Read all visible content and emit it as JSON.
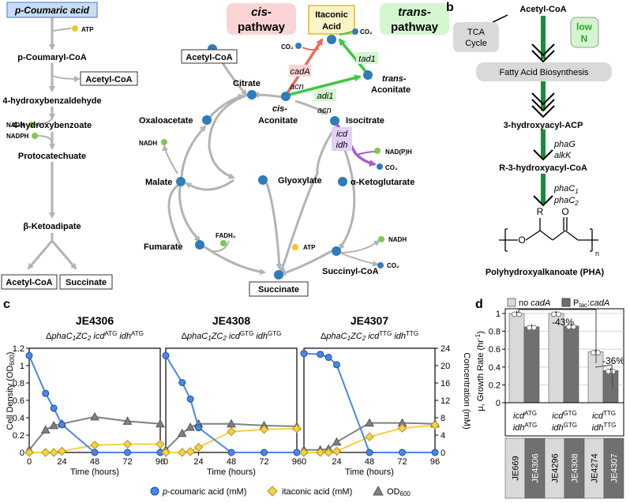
{
  "panel_a": {
    "letter": "a",
    "left": {
      "start": "p-Coumaric acid",
      "atp": "ATP",
      "coumaryl": "p-Coumaryl-CoA",
      "acetyl_box": "Acetyl-CoA",
      "hba": "4-hydroxybenzaldehyde",
      "nadh": "NADH",
      "hbz": "4-hydroxybenzoate",
      "nadph": "NADPH",
      "proto": "Protocatechuate",
      "keto": "β-Ketoadipate",
      "bottom_acetyl": "Acetyl-CoA",
      "bottom_succ": "Succinate"
    },
    "cycle": {
      "cis_top": "cis-",
      "cis_bot": "pathway",
      "trans_top": "trans-",
      "trans_bot": "pathway",
      "itaconic_l1": "Itaconic",
      "itaconic_l2": "Acid",
      "co2": "CO₂",
      "cadA": "cadA",
      "tad1": "tad1",
      "adi1": "adi1",
      "acn": "acn",
      "trans_aconitate_1": "trans-",
      "trans_aconitate_2": "Aconitate",
      "cis_aconitate_1": "cis-",
      "cis_aconitate_2": "Aconitate",
      "acetylcoa": "Acetyl-CoA",
      "citrate": "Citrate",
      "isocitrate": "Isocitrate",
      "icd": "icd",
      "idh": "idh",
      "nadph": "NAD(P)H",
      "oxaloacetate": "Oxaloacetate",
      "nadh": "NADH",
      "malate": "Malate",
      "glyoxylate": "Glyoxylate",
      "akg": "α-Ketoglutarate",
      "fadh2": "FADH₂",
      "fumarate": "Fumarate",
      "atp": "ATP",
      "succinylcoa": "Succinyl-CoA",
      "succinate": "Succinate"
    }
  },
  "panel_b": {
    "letter": "b",
    "acetyl": "Acetyl-CoA",
    "tca_l1": "TCA",
    "tca_l2": "Cycle",
    "low": "low",
    "n": "N",
    "fab": "Fatty Acid Biosynthesis",
    "hacp": "3-hydroxyacyl-ACP",
    "phaG": "phaG",
    "alkK": "alkK",
    "r3": "R-3-hydroxyacyl-CoA",
    "phaC1": "phaC",
    "phaC1_sub": "1",
    "phaC2": "phaC",
    "phaC2_sub": "2",
    "R": "R",
    "O": "O",
    "n_sub": "n",
    "pha": "Polyhydroxyalkanoate (PHA)"
  },
  "panel_c": {
    "letter": "c",
    "ylabel_left": "Cell Density (OD600)",
    "ylabel_right": "Concentration (mM)",
    "xlabel": "Time (hours)",
    "legend": {
      "coumaric": "p-coumaric acid (mM)",
      "itaconic": "itaconic acid (mM)",
      "od": "OD600"
    },
    "charts": [
      {
        "title": "JE4306",
        "genotype": "ΔphaC1ZC2 icdATG idhATG"
      },
      {
        "title": "JE4308",
        "genotype": "ΔphaC1ZC2 icdGTG idhGTG"
      },
      {
        "title": "JE4307",
        "genotype": "ΔphaC1ZC2 icdTTG idhTTG"
      }
    ]
  },
  "panel_d": {
    "letter": "d",
    "legend_no": "no cadA",
    "legend_ptac": "Ptac:cadA",
    "ylabel": "μ, Growth Rate (hr-1)",
    "pct1": "-43%",
    "pct2": "-36%",
    "genotypes": [
      "icdATG idhATG",
      "icdGTG idhGTG",
      "icdTTG idhTTG"
    ],
    "strains": [
      "JE669",
      "JE4306",
      "JE4296",
      "JE4308",
      "JE4274",
      "JE4307"
    ]
  },
  "chart_data": [
    {
      "type": "line",
      "title": "JE4306",
      "xlabel": "Time (hours)",
      "ylabel": "Cell Density (OD600)",
      "ylabel_right": "Concentration (mM)",
      "xlim": [
        0,
        96
      ],
      "ylim": [
        0,
        1.2
      ],
      "ylim_right": [
        0,
        24
      ],
      "series": [
        {
          "name": "p-coumaric acid (mM)",
          "axis": "right",
          "x": [
            0,
            12,
            18,
            24,
            48,
            72,
            96
          ],
          "y": [
            22.3,
            13.6,
            10.2,
            6.4,
            0,
            0,
            0
          ]
        },
        {
          "name": "itaconic acid (mM)",
          "axis": "right",
          "x": [
            0,
            12,
            18,
            24,
            48,
            72,
            96
          ],
          "y": [
            0,
            0,
            0,
            0.3,
            1.7,
            1.9,
            1.9
          ]
        },
        {
          "name": "OD600",
          "axis": "left",
          "x": [
            0,
            12,
            18,
            24,
            48,
            72,
            96
          ],
          "y": [
            0.03,
            0.26,
            0.31,
            0.33,
            0.41,
            0.36,
            0.33
          ]
        }
      ]
    },
    {
      "type": "line",
      "title": "JE4308",
      "xlabel": "Time (hours)",
      "xlim": [
        0,
        96
      ],
      "ylim": [
        0,
        1.2
      ],
      "ylim_right": [
        0,
        24
      ],
      "series": [
        {
          "name": "p-coumaric acid (mM)",
          "axis": "right",
          "x": [
            0,
            12,
            18,
            24,
            48,
            72,
            96
          ],
          "y": [
            22.3,
            16.1,
            12.3,
            5.7,
            0,
            0,
            0
          ]
        },
        {
          "name": "itaconic acid (mM)",
          "axis": "right",
          "x": [
            0,
            12,
            18,
            24,
            48,
            72,
            96
          ],
          "y": [
            0,
            0,
            0.2,
            1.2,
            4.8,
            5.3,
            5.5
          ]
        },
        {
          "name": "OD600",
          "axis": "left",
          "x": [
            0,
            12,
            18,
            24,
            48,
            72,
            96
          ],
          "y": [
            0.03,
            0.22,
            0.29,
            0.33,
            0.33,
            0.31,
            0.3
          ]
        }
      ]
    },
    {
      "type": "line",
      "title": "JE4307",
      "xlabel": "Time (hours)",
      "xlim": [
        0,
        96
      ],
      "ylim": [
        0,
        1.2
      ],
      "ylim_right": [
        0,
        24
      ],
      "series": [
        {
          "name": "p-coumaric acid (mM)",
          "axis": "right",
          "x": [
            0,
            12,
            18,
            24,
            48,
            72,
            96
          ],
          "y": [
            22.8,
            22.6,
            21.9,
            20.2,
            0,
            0,
            0
          ]
        },
        {
          "name": "itaconic acid (mM)",
          "axis": "right",
          "x": [
            0,
            12,
            18,
            24,
            48,
            72,
            96
          ],
          "y": [
            0,
            0,
            0,
            0.3,
            3.6,
            5.6,
            6.3
          ]
        },
        {
          "name": "OD600",
          "axis": "left",
          "x": [
            0,
            12,
            18,
            24,
            48,
            72,
            96
          ],
          "y": [
            0.03,
            0.03,
            0.04,
            0.12,
            0.34,
            0.34,
            0.33
          ]
        }
      ]
    },
    {
      "type": "bar",
      "ylabel": "μ, Growth Rate (hr-1)",
      "ylim": [
        0,
        1
      ],
      "categories": [
        "icdATG idhATG",
        "icdGTG idhGTG",
        "icdTTG idhTTG"
      ],
      "series": [
        {
          "name": "no cadA",
          "values": [
            1.0,
            1.0,
            0.57
          ]
        },
        {
          "name": "Ptac:cadA",
          "values": [
            0.85,
            0.86,
            0.36
          ]
        }
      ],
      "ticks": [
        "0",
        "0.2",
        "0.4",
        "0.6",
        "0.8",
        "1"
      ]
    }
  ]
}
